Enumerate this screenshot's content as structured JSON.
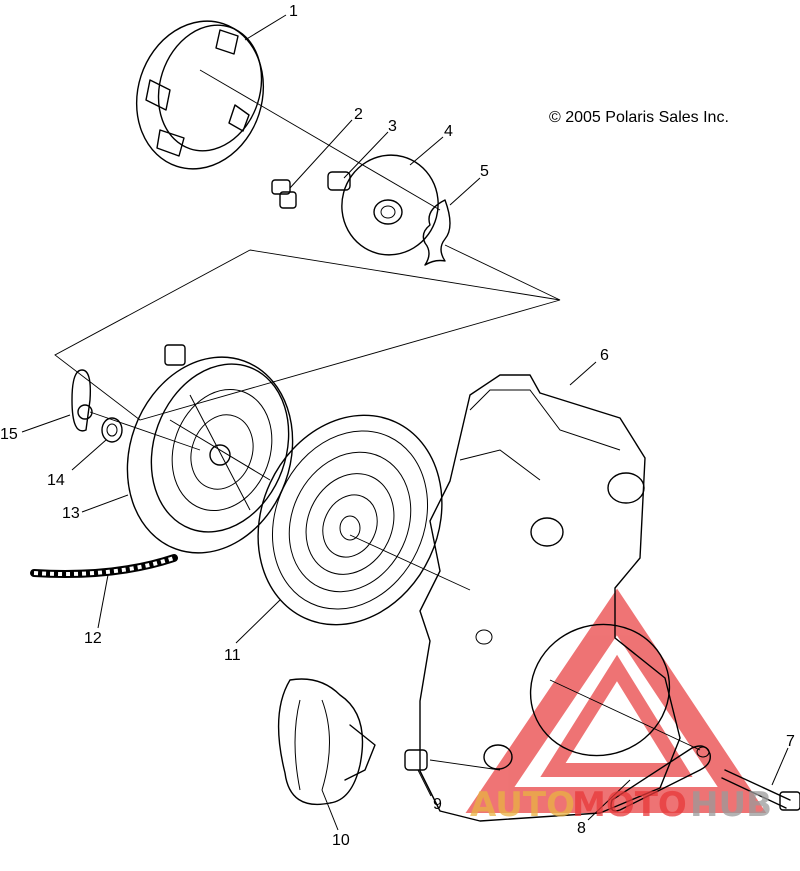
{
  "copyright": "© 2005 Polaris Sales Inc.",
  "callouts": [
    "1",
    "2",
    "3",
    "4",
    "5",
    "6",
    "7",
    "8",
    "9",
    "10",
    "11",
    "12",
    "13",
    "14",
    "15"
  ],
  "watermark": {
    "part1": "AUTO",
    "part2": "MOTO",
    "part3": "HUB",
    "colors": {
      "accent": "#e8393a",
      "gold": "#e9b243",
      "grey": "#9a9a9a"
    }
  }
}
